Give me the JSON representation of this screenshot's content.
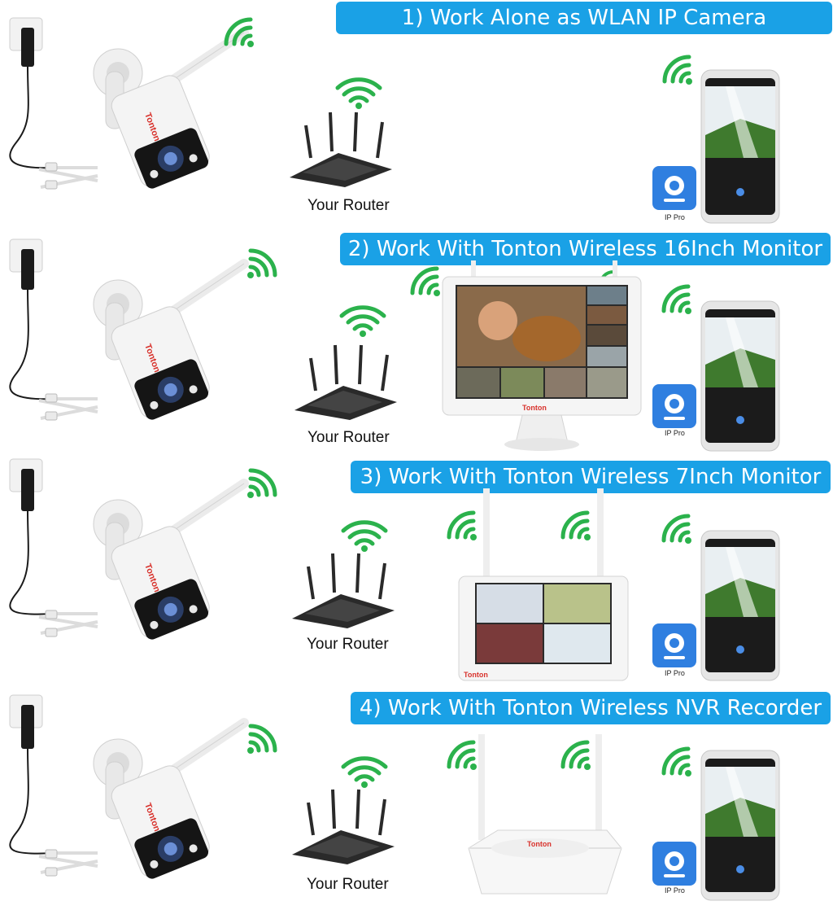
{
  "rows": [
    {
      "banner": "1) Work Alone as WLAN IP Camera",
      "router_label": "Your Router",
      "app_label": "IP Pro",
      "device": "none"
    },
    {
      "banner": "2) Work With Tonton Wireless 16Inch Monitor",
      "router_label": "Your Router",
      "app_label": "IP Pro",
      "device": "monitor-16"
    },
    {
      "banner": "3) Work With Tonton Wireless 7Inch Monitor",
      "router_label": "Your Router",
      "app_label": "IP Pro",
      "device": "monitor-7"
    },
    {
      "banner": "4) Work With Tonton Wireless NVR Recorder",
      "router_label": "Your Router",
      "app_label": "IP Pro",
      "device": "nvr"
    }
  ],
  "brand_text": "Tonton",
  "colors": {
    "banner": "#1aa1e6",
    "wifi": "#2bb24c",
    "brand": "#d8322c",
    "router": "#2a2a2a"
  }
}
